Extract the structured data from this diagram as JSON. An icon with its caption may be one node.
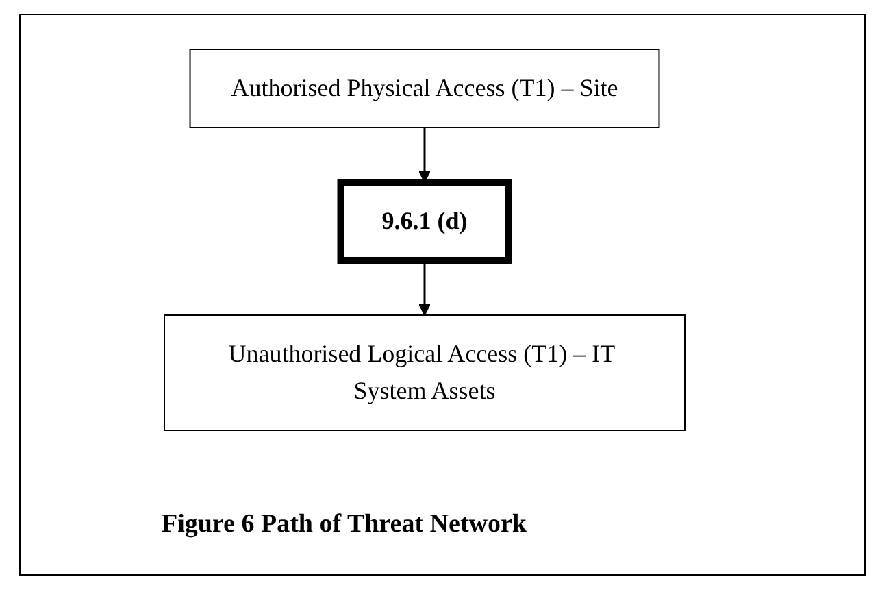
{
  "diagram": {
    "caption": "Figure 6 Path of Threat Network",
    "nodes": [
      {
        "text": [
          "Authorised Physical Access (T1) – Site"
        ]
      },
      {
        "text": [
          "9.6.1 (d)"
        ]
      },
      {
        "text": [
          "Unauthorised Logical Access (T1) – IT System Assets"
        ]
      }
    ],
    "edges": [
      {
        "from": 0,
        "to": 1,
        "arrow": "to"
      },
      {
        "from": 1,
        "to": 2,
        "arrow": "to"
      }
    ]
  }
}
